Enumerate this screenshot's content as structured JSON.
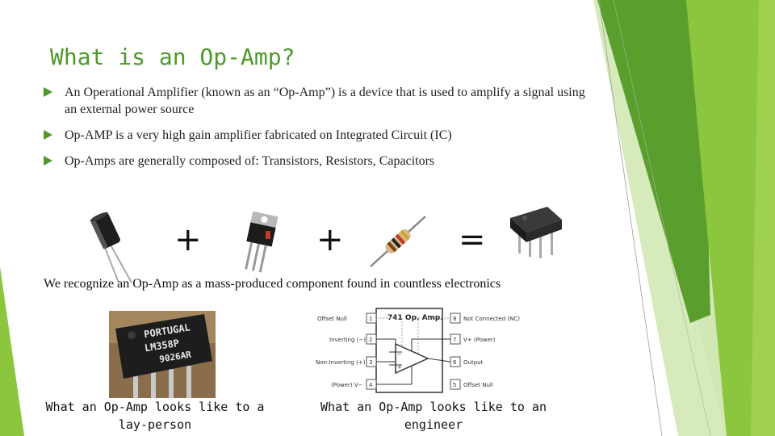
{
  "slide": {
    "title": "What is an Op-Amp?",
    "bullets": [
      "An Operational Amplifier (known as an “Op-Amp”) is a device that is used to amplify a signal using an external power source",
      "Op-AMP is a very high gain amplifier fabricated on Integrated Circuit (IC)",
      "Op-Amps are generally composed of: Transistors, Resistors, Capacitors"
    ],
    "equation": {
      "plus1": "+",
      "plus2": "+",
      "equals": "="
    },
    "recognize_text": "We recognize an Op-Amp as a mass-produced component found in countless electronics",
    "photo_chip": {
      "line1": "PORTUGAL",
      "line2": "LM358P",
      "line3": "9026AR"
    },
    "schematic": {
      "title": "741 Op. Amp.",
      "left_pins": [
        "Offset Null",
        "Inverting (−)",
        "Non-Inverting (+)",
        "(Power) V−"
      ],
      "right_pins": [
        "Not Connected (NC)",
        "V+ (Power)",
        "Output",
        "Offset Null"
      ],
      "left_nums": [
        "1",
        "2",
        "3",
        "4"
      ],
      "right_nums": [
        "8",
        "7",
        "6",
        "5"
      ],
      "minus": "−",
      "plus": "+"
    },
    "caption_layperson": "What an Op-Amp looks like to a lay-person",
    "caption_engineer": "What an Op-Amp looks like to an engineer"
  },
  "colors": {
    "accent": "#4d9a2a",
    "deco_light": "#c8e3a4",
    "deco_mid": "#8cc63f",
    "deco_dark": "#5a9f2e"
  }
}
